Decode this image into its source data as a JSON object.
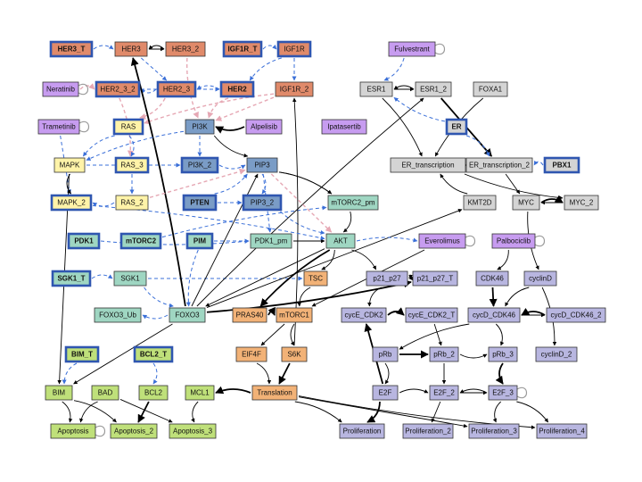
{
  "colors": {
    "receptor": "#e08a6a",
    "drug": "#c79cf0",
    "pi3k": "#7a9cc6",
    "mapk": "#fff3a8",
    "akt": "#9fd6c2",
    "mtor": "#f2b277",
    "apoptosis": "#bfe07a",
    "estrogen": "#d4d4d4",
    "cellcycle": "#b8b6e0",
    "inhibit_edge": "#e6a8b4",
    "activate_edge": "#000000",
    "dashed_edge": "#3a6fd8"
  },
  "nodes": [
    {
      "id": "HER3_T",
      "label": "HER3_T",
      "group": "receptor",
      "bold": true,
      "thick": true
    },
    {
      "id": "HER3",
      "label": "HER3",
      "group": "receptor"
    },
    {
      "id": "HER3_2",
      "label": "HER3_2",
      "group": "receptor"
    },
    {
      "id": "IGF1R_T",
      "label": "IGF1R_T",
      "group": "receptor",
      "bold": true,
      "thick": true
    },
    {
      "id": "IGF1R",
      "label": "IGF1R",
      "group": "receptor",
      "thick": true
    },
    {
      "id": "Neratinib",
      "label": "Neratinib",
      "group": "drug",
      "loop": true
    },
    {
      "id": "HER2_3_2",
      "label": "HER2_3_2",
      "group": "receptor",
      "thick": true
    },
    {
      "id": "HER2_3",
      "label": "HER2_3",
      "group": "receptor",
      "thick": true
    },
    {
      "id": "HER2",
      "label": "HER2",
      "group": "receptor",
      "bold": true,
      "thick": true
    },
    {
      "id": "IGF1R_2",
      "label": "IGF1R_2",
      "group": "receptor"
    },
    {
      "id": "Trametinib",
      "label": "Trametinib",
      "group": "drug",
      "loop": true
    },
    {
      "id": "RAS",
      "label": "RAS",
      "group": "mapk",
      "thick": true
    },
    {
      "id": "PI3K",
      "label": "PI3K",
      "group": "pi3k"
    },
    {
      "id": "Alpelisib",
      "label": "Alpelisib",
      "group": "drug"
    },
    {
      "id": "MAPK",
      "label": "MAPK",
      "group": "mapk"
    },
    {
      "id": "RAS_3",
      "label": "RAS_3",
      "group": "mapk",
      "thick": true
    },
    {
      "id": "PI3K_2",
      "label": "PI3K_2",
      "group": "pi3k",
      "thick": true
    },
    {
      "id": "PIP3",
      "label": "PIP3",
      "group": "pi3k"
    },
    {
      "id": "MAPK_2",
      "label": "MAPK_2",
      "group": "mapk",
      "thick": true
    },
    {
      "id": "RAS_2",
      "label": "RAS_2",
      "group": "mapk"
    },
    {
      "id": "PTEN",
      "label": "PTEN",
      "group": "pi3k",
      "bold": true,
      "thick": true
    },
    {
      "id": "PIP3_2",
      "label": "PIP3_2",
      "group": "pi3k",
      "thick": true
    },
    {
      "id": "mTORC2_pm",
      "label": "mTORC2_pm",
      "group": "akt"
    },
    {
      "id": "PDK1",
      "label": "PDK1",
      "group": "akt",
      "bold": true,
      "thick": true
    },
    {
      "id": "mTORC2",
      "label": "mTORC2",
      "group": "akt",
      "bold": true,
      "thick": true
    },
    {
      "id": "PIM",
      "label": "PIM",
      "group": "akt",
      "bold": true,
      "thick": true
    },
    {
      "id": "PDK1_pm",
      "label": "PDK1_pm",
      "group": "akt"
    },
    {
      "id": "AKT",
      "label": "AKT",
      "group": "akt"
    },
    {
      "id": "Everolimus",
      "label": "Everolimus",
      "group": "drug",
      "loop": true
    },
    {
      "id": "SGK1_T",
      "label": "SGK1_T",
      "group": "akt",
      "bold": true,
      "thick": true
    },
    {
      "id": "SGK1",
      "label": "SGK1",
      "group": "akt"
    },
    {
      "id": "TSC",
      "label": "TSC",
      "group": "mtor"
    },
    {
      "id": "FOXO3_Ub",
      "label": "FOXO3_Ub",
      "group": "akt"
    },
    {
      "id": "FOXO3",
      "label": "FOXO3",
      "group": "akt"
    },
    {
      "id": "PRAS40",
      "label": "PRAS40",
      "group": "mtor"
    },
    {
      "id": "mTORC1",
      "label": "mTORC1",
      "group": "mtor"
    },
    {
      "id": "BIM_T",
      "label": "BIM_T",
      "group": "apoptosis",
      "bold": true,
      "thick": true
    },
    {
      "id": "BCL2_T",
      "label": "BCL2_T",
      "group": "apoptosis",
      "bold": true,
      "thick": true
    },
    {
      "id": "EIF4F",
      "label": "EIF4F",
      "group": "mtor"
    },
    {
      "id": "S6K",
      "label": "S6K",
      "group": "mtor"
    },
    {
      "id": "BIM",
      "label": "BIM",
      "group": "apoptosis"
    },
    {
      "id": "BAD",
      "label": "BAD",
      "group": "apoptosis"
    },
    {
      "id": "BCL2",
      "label": "BCL2",
      "group": "apoptosis"
    },
    {
      "id": "MCL1",
      "label": "MCL1",
      "group": "apoptosis"
    },
    {
      "id": "Translation",
      "label": "Translation",
      "group": "mtor"
    },
    {
      "id": "Apoptosis",
      "label": "Apoptosis",
      "group": "apoptosis",
      "loop": true
    },
    {
      "id": "Apoptosis_2",
      "label": "Apoptosis_2",
      "group": "apoptosis"
    },
    {
      "id": "Apoptosis_3",
      "label": "Apoptosis_3",
      "group": "apoptosis"
    },
    {
      "id": "Fulvestrant",
      "label": "Fulvestrant",
      "group": "drug",
      "loop": true
    },
    {
      "id": "ESR1",
      "label": "ESR1",
      "group": "estrogen"
    },
    {
      "id": "ESR1_2",
      "label": "ESR1_2",
      "group": "estrogen"
    },
    {
      "id": "FOXA1",
      "label": "FOXA1",
      "group": "estrogen"
    },
    {
      "id": "Ipatasertib",
      "label": "Ipatasertib",
      "group": "drug"
    },
    {
      "id": "ER",
      "label": "ER",
      "group": "estrogen",
      "bold": true,
      "thick": true
    },
    {
      "id": "ER_transcription",
      "label": "ER_transcription",
      "group": "estrogen"
    },
    {
      "id": "ER_transcription_2",
      "label": "ER_transcription_2",
      "group": "estrogen"
    },
    {
      "id": "PBX1",
      "label": "PBX1",
      "group": "estrogen",
      "bold": true,
      "thick": true
    },
    {
      "id": "KMT2D",
      "label": "KMT2D",
      "group": "estrogen"
    },
    {
      "id": "MYC",
      "label": "MYC",
      "group": "estrogen"
    },
    {
      "id": "MYC_2",
      "label": "MYC_2",
      "group": "estrogen"
    },
    {
      "id": "Palbociclib",
      "label": "Palbociclib",
      "group": "drug",
      "loop": true
    },
    {
      "id": "CDK46",
      "label": "CDK46",
      "group": "cellcycle"
    },
    {
      "id": "cyclinD",
      "label": "cyclinD",
      "group": "cellcycle"
    },
    {
      "id": "p21_p27",
      "label": "p21_p27",
      "group": "cellcycle"
    },
    {
      "id": "p21_p27_T",
      "label": "p21_p27_T",
      "group": "cellcycle"
    },
    {
      "id": "cycE_CDK2",
      "label": "cycE_CDK2",
      "group": "cellcycle"
    },
    {
      "id": "cycE_CDK2_T",
      "label": "cycE_CDK2_T",
      "group": "cellcycle"
    },
    {
      "id": "cycD_CDK46",
      "label": "cycD_CDK46",
      "group": "cellcycle"
    },
    {
      "id": "cycD_CDK46_2",
      "label": "cycD_CDK46_2",
      "group": "cellcycle"
    },
    {
      "id": "pRb",
      "label": "pRb",
      "group": "cellcycle"
    },
    {
      "id": "pRb_2",
      "label": "pRb_2",
      "group": "cellcycle"
    },
    {
      "id": "pRb_3",
      "label": "pRb_3",
      "group": "cellcycle"
    },
    {
      "id": "cyclinD_2",
      "label": "cyclinD_2",
      "group": "cellcycle"
    },
    {
      "id": "E2F",
      "label": "E2F",
      "group": "cellcycle"
    },
    {
      "id": "E2F_2",
      "label": "E2F_2",
      "group": "cellcycle"
    },
    {
      "id": "E2F_3",
      "label": "E2F_3",
      "group": "cellcycle",
      "loop": true
    },
    {
      "id": "Proliferation",
      "label": "Proliferation",
      "group": "cellcycle"
    },
    {
      "id": "Proliferation_2",
      "label": "Proliferation_2",
      "group": "cellcycle"
    },
    {
      "id": "Proliferation_3",
      "label": "Proliferation_3",
      "group": "cellcycle"
    },
    {
      "id": "Proliferation_4",
      "label": "Proliferation_4",
      "group": "cellcycle"
    }
  ],
  "edges": [
    [
      "HER3_T",
      "HER3",
      "dashed"
    ],
    [
      "HER3",
      "HER3_2",
      "solid"
    ],
    [
      "HER3_2",
      "HER3",
      "solid"
    ],
    [
      "IGF1R_T",
      "IGF1R",
      "dashed"
    ],
    [
      "IGF1R",
      "IGF1R_2",
      "dashed"
    ],
    [
      "IGF1R",
      "HER2",
      "dashed"
    ],
    [
      "Neratinib",
      "HER2_3_2",
      "inhibit"
    ],
    [
      "HER3",
      "HER2_3",
      "dashed"
    ],
    [
      "HER2",
      "HER2_3",
      "dashed"
    ],
    [
      "HER2_3",
      "HER2_3_2",
      "dashed"
    ],
    [
      "HER2_3_2",
      "HER2",
      "dashed"
    ],
    [
      "HER3_2",
      "PI3K",
      "inhibit"
    ],
    [
      "HER2_3",
      "RAS",
      "inhibit"
    ],
    [
      "IGF1R_2",
      "PI3K",
      "inhibit"
    ],
    [
      "IGF1R_2",
      "RAS",
      "inhibit"
    ],
    [
      "HER2_3_2",
      "RAS_3",
      "inhibit"
    ],
    [
      "Trametinib",
      "MAPK_2",
      "dashed"
    ],
    [
      "RAS",
      "MAPK",
      "dashed"
    ],
    [
      "RAS",
      "RAS_3",
      "dashed"
    ],
    [
      "RAS_3",
      "RAS_2",
      "dashed"
    ],
    [
      "MAPK",
      "MAPK_2",
      "dashed"
    ],
    [
      "RAS_2",
      "MAPK_2",
      "dashed"
    ],
    [
      "MAPK",
      "PI3K_2",
      "dashed"
    ],
    [
      "PI3K",
      "PIP3",
      "solid"
    ],
    [
      "Alpelisib",
      "PI3K",
      "solid"
    ],
    [
      "PI3K",
      "PI3K_2",
      "dashed"
    ],
    [
      "PI3K_2",
      "PIP3",
      "dashed"
    ],
    [
      "PIP3",
      "PIP3_2",
      "dashed"
    ],
    [
      "PTEN",
      "PIP3_2",
      "dashed"
    ],
    [
      "PTEN",
      "PIP3",
      "dashed"
    ],
    [
      "PIP3",
      "mTORC2_pm",
      "solid"
    ],
    [
      "PIP3",
      "PDK1_pm",
      "dashed"
    ],
    [
      "PIP3_2",
      "AKT",
      "dashed"
    ],
    [
      "mTORC2_pm",
      "AKT",
      "solid"
    ],
    [
      "PDK1_pm",
      "AKT",
      "solid"
    ],
    [
      "PDK1",
      "PDK1_pm",
      "dashed"
    ],
    [
      "mTORC2",
      "mTORC2_pm",
      "dashed"
    ],
    [
      "PIM",
      "PDK1_pm",
      "dashed"
    ],
    [
      "PIM",
      "FOXO3",
      "dashed"
    ],
    [
      "SGK1_T",
      "SGK1",
      "dashed"
    ],
    [
      "SGK1",
      "TSC",
      "dashed"
    ],
    [
      "SGK1",
      "FOXO3",
      "dashed"
    ],
    [
      "AKT",
      "TSC",
      "solid"
    ],
    [
      "AKT",
      "FOXO3",
      "solid"
    ],
    [
      "AKT",
      "PRAS40",
      "solid"
    ],
    [
      "AKT",
      "p21_p27",
      "solid"
    ],
    [
      "Everolimus",
      "mTORC1",
      "solid"
    ],
    [
      "TSC",
      "mTORC1",
      "solid"
    ],
    [
      "PRAS40",
      "mTORC1",
      "solid"
    ],
    [
      "mTORC1",
      "EIF4F",
      "solid"
    ],
    [
      "mTORC1",
      "S6K",
      "solid"
    ],
    [
      "EIF4F",
      "Translation",
      "solid"
    ],
    [
      "S6K",
      "Translation",
      "solid"
    ],
    [
      "S6K",
      "IGF1R_2",
      "solid"
    ],
    [
      "FOXO3",
      "FOXO3_Ub",
      "dashed"
    ],
    [
      "FOXO3",
      "BIM",
      "solid"
    ],
    [
      "FOXO3",
      "HER3",
      "solid"
    ],
    [
      "FOXO3",
      "ESR1_2",
      "solid"
    ],
    [
      "FOXO3",
      "PIP3",
      "solid"
    ],
    [
      "BIM_T",
      "BIM",
      "dashed"
    ],
    [
      "BCL2_T",
      "BCL2",
      "dashed"
    ],
    [
      "MAPK",
      "BIM",
      "solid"
    ],
    [
      "BAD",
      "Apoptosis",
      "solid"
    ],
    [
      "BIM",
      "Apoptosis",
      "solid"
    ],
    [
      "BCL2",
      "Apoptosis_2",
      "solid"
    ],
    [
      "MCL1",
      "Apoptosis_3",
      "solid"
    ],
    [
      "BIM",
      "Apoptosis_2",
      "solid"
    ],
    [
      "BAD",
      "Apoptosis_3",
      "solid"
    ],
    [
      "Translation",
      "MCL1",
      "solid"
    ],
    [
      "Translation",
      "Proliferation",
      "solid"
    ],
    [
      "Translation",
      "Proliferation_3",
      "solid"
    ],
    [
      "Translation",
      "Proliferation_4",
      "solid"
    ],
    [
      "Fulvestrant",
      "ESR1",
      "dashed"
    ],
    [
      "ESR1",
      "ESR1_2",
      "solid"
    ],
    [
      "ESR1_2",
      "ESR1",
      "solid"
    ],
    [
      "ESR1",
      "ER_transcription",
      "solid"
    ],
    [
      "ESR1_2",
      "ER_transcription_2",
      "solid"
    ],
    [
      "FOXA1",
      "ER_transcription",
      "solid"
    ],
    [
      "ER",
      "ER_transcription_2",
      "dashed"
    ],
    [
      "ER_transcription",
      "ER_transcription_2",
      "solid"
    ],
    [
      "PBX1",
      "ER_transcription_2",
      "dashed"
    ],
    [
      "KMT2D",
      "ER_transcription",
      "solid"
    ],
    [
      "ER_transcription_2",
      "MYC",
      "solid"
    ],
    [
      "ER_transcription",
      "MYC_2",
      "solid"
    ],
    [
      "MYC",
      "MYC_2",
      "solid"
    ],
    [
      "MYC_2",
      "MYC",
      "solid"
    ],
    [
      "MYC",
      "cyclinD",
      "solid"
    ],
    [
      "Palbociclib",
      "CDK46",
      "solid"
    ],
    [
      "CDK46",
      "cycD_CDK46",
      "solid"
    ],
    [
      "cyclinD",
      "cycD_CDK46",
      "solid"
    ],
    [
      "cyclinD",
      "cyclinD_2",
      "solid"
    ],
    [
      "cycD_CDK46",
      "cycD_CDK46_2",
      "solid"
    ],
    [
      "cycD_CDK46_2",
      "cycD_CDK46",
      "solid"
    ],
    [
      "p21_p27",
      "p21_p27_T",
      "solid"
    ],
    [
      "p21_p27_T",
      "p21_p27",
      "solid"
    ],
    [
      "p21_p27",
      "cycE_CDK2",
      "solid"
    ],
    [
      "cycE_CDK2",
      "cycE_CDK2_T",
      "solid"
    ],
    [
      "cycE_CDK2_T",
      "pRb_2",
      "solid"
    ],
    [
      "cycD_CDK46",
      "pRb",
      "solid"
    ],
    [
      "cycD_CDK46",
      "pRb_3",
      "solid"
    ],
    [
      "pRb",
      "pRb_2",
      "solid"
    ],
    [
      "pRb_2",
      "pRb_3",
      "solid"
    ],
    [
      "pRb",
      "E2F",
      "solid"
    ],
    [
      "pRb_2",
      "E2F_2",
      "solid"
    ],
    [
      "pRb_3",
      "E2F_3",
      "solid"
    ],
    [
      "E2F",
      "E2F_2",
      "solid"
    ],
    [
      "E2F_2",
      "E2F_3",
      "solid"
    ],
    [
      "E2F_3",
      "E2F_2",
      "solid"
    ],
    [
      "E2F",
      "Proliferation",
      "solid"
    ],
    [
      "E2F_2",
      "Proliferation_2",
      "solid"
    ],
    [
      "E2F_3",
      "Proliferation_3",
      "solid"
    ],
    [
      "E2F_3",
      "Proliferation_4",
      "solid"
    ],
    [
      "E2F",
      "cycE_CDK2",
      "solid"
    ],
    [
      "MAPK",
      "MAPK_2",
      "solid"
    ],
    [
      "PIP3",
      "mTORC2_pm",
      "solid"
    ],
    [
      "FOXO3",
      "KMT2D",
      "solid"
    ],
    [
      "FOXO3",
      "p21_p27_T",
      "solid"
    ],
    [
      "AKT",
      "Everolimus",
      "dashed"
    ],
    [
      "PIP3",
      "AKT",
      "inhibit"
    ],
    [
      "HER2",
      "PI3K",
      "inhibit"
    ],
    [
      "MAPK_2",
      "AKT",
      "dashed"
    ],
    [
      "RAS_2",
      "PIP3",
      "inhibit"
    ],
    [
      "PI3K",
      "MAPK",
      "dashed"
    ],
    [
      "ER",
      "ESR1",
      "dashed"
    ]
  ]
}
